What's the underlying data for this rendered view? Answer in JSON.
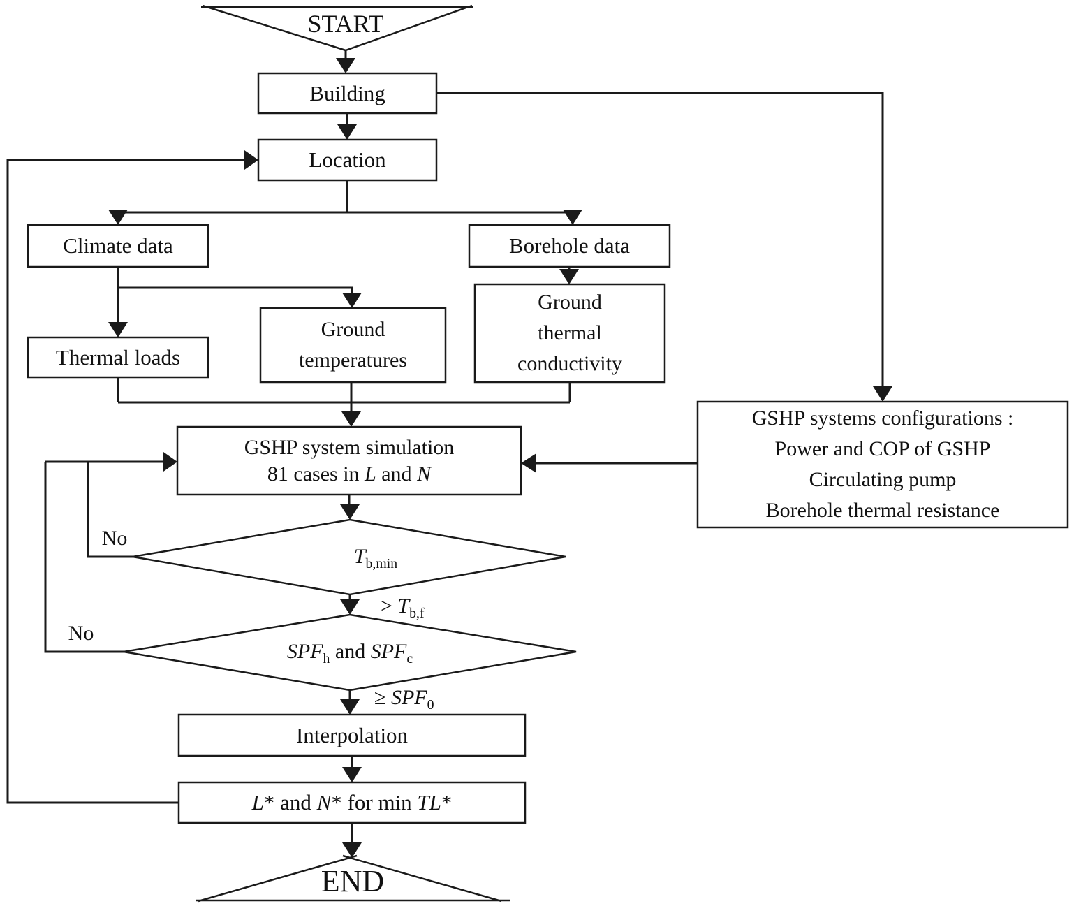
{
  "figure": {
    "type": "flowchart",
    "background": "#ffffff",
    "line_color": "#1a1a1a",
    "text_color": "#111111"
  },
  "nodes": {
    "start": {
      "label": "START"
    },
    "building": {
      "label": "Building"
    },
    "location": {
      "label": "Location"
    },
    "climate_data": {
      "label": "Climate data"
    },
    "borehole_data": {
      "label": "Borehole data"
    },
    "thermal_loads": {
      "label": "Thermal loads"
    },
    "ground_temperatures": {
      "line1": "Ground",
      "line2": "temperatures"
    },
    "ground_thermal_conductivity": {
      "line1": "Ground",
      "line2": "thermal",
      "line3": "conductivity"
    },
    "gshp_simulation": {
      "line1": "GSHP system simulation",
      "line2_prefix": "81 cases in ",
      "line2_var1": "L",
      "line2_mid": " and ",
      "line2_var2": "N"
    },
    "gshp_configurations": {
      "line1": "GSHP systems configurations :",
      "line2": "Power and COP of GSHP",
      "line3": "Circulating pump",
      "line4": "Borehole thermal resistance"
    },
    "decision_tb": {
      "var": "T",
      "sub": "b,min"
    },
    "decision_tb_exit": {
      "op": "> ",
      "var": "T",
      "sub": "b,f"
    },
    "decision_spf": {
      "var1": "SPF",
      "sub1": "h",
      "mid": " and ",
      "var2": "SPF",
      "sub2": "c"
    },
    "decision_spf_exit": {
      "op": "≥ ",
      "var": "SPF",
      "sub": "0"
    },
    "interpolation": {
      "label": "Interpolation"
    },
    "result": {
      "var1": "L",
      "t1": "* and ",
      "var2": "N",
      "t2": "* for min ",
      "var3": "TL",
      "t3": "*"
    },
    "end": {
      "label": "END"
    },
    "no_label_1": "No",
    "no_label_2": "No"
  }
}
